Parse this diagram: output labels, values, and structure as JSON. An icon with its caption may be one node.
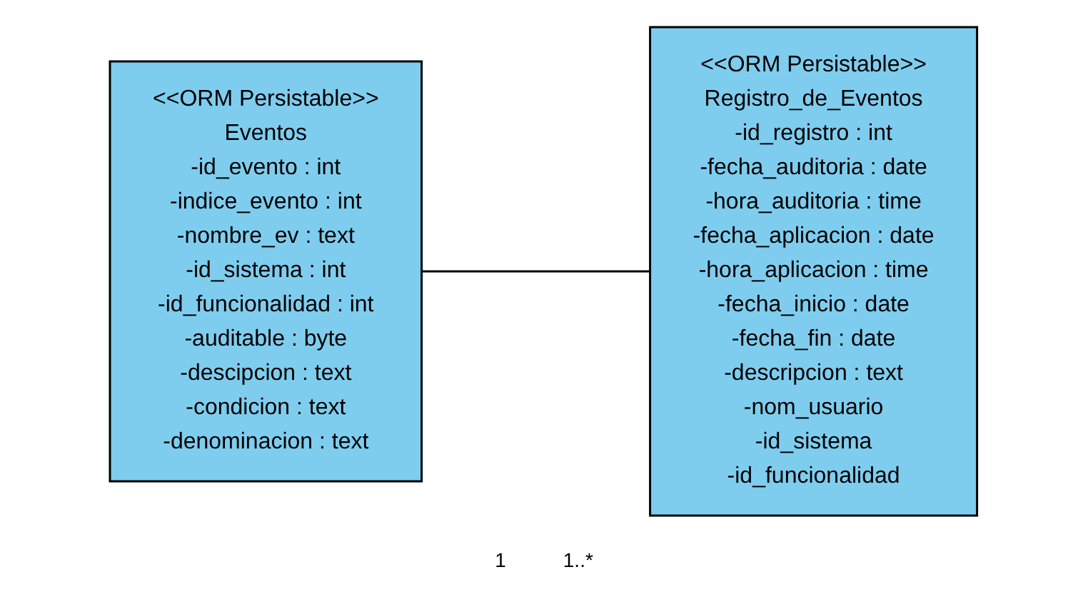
{
  "diagram": {
    "nodes": [
      {
        "text": [
          "<<ORM Persistable>>",
          "Eventos",
          "-id_evento : int",
          "-indice_evento : int",
          "-nombre_ev : text",
          "-id_sistema : int",
          "-id_funcionalidad : int",
          "-auditable : byte",
          "-descipcion : text",
          "-condicion : text",
          "-denominacion : text"
        ]
      },
      {
        "text": [
          "<<ORM Persistable>>",
          "Registro_de_Eventos",
          "-id_registro : int",
          "-fecha_auditoria : date",
          "-hora_auditoria : time",
          "-fecha_aplicacion : date",
          "-hora_aplicacion : time",
          "-fecha_inicio : date",
          "-fecha_fin : date",
          "-descripcion : text",
          "-nom_usuario",
          "-id_sistema",
          "-id_funcionalidad"
        ]
      }
    ],
    "edges": [
      {
        "from": 0,
        "to": 1,
        "arrow": "none"
      }
    ],
    "labels": [
      "1",
      "1..*"
    ]
  }
}
